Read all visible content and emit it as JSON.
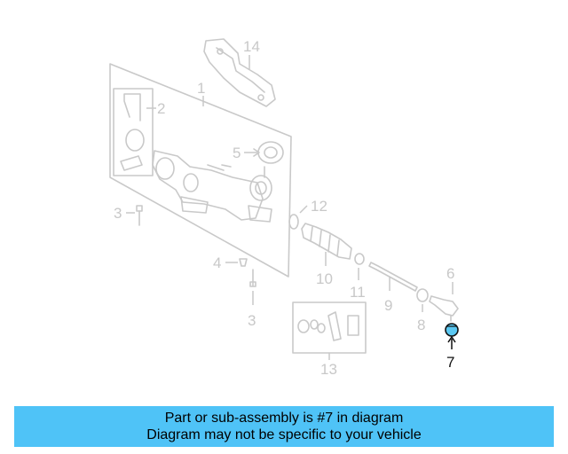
{
  "diagram": {
    "callouts": [
      "1",
      "2",
      "3",
      "3",
      "4",
      "5",
      "6",
      "7",
      "8",
      "9",
      "10",
      "11",
      "12",
      "13",
      "14"
    ],
    "highlighted_part": "7",
    "colors": {
      "faded": "#c8c8c8",
      "highlight": "#111111",
      "highlight_fill": "#5bc8f2"
    }
  },
  "banner": {
    "line1": "Part or sub-assembly is #7 in diagram",
    "line2": "Diagram may not be specific to your vehicle",
    "background": "#4fc3f7"
  }
}
